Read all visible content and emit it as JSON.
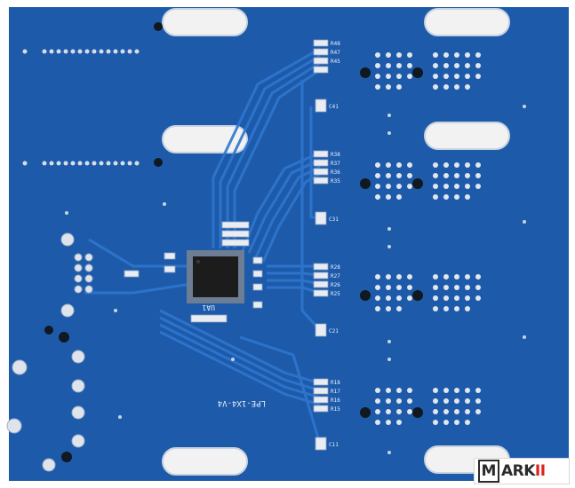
{
  "image": {
    "subject": "blue printed circuit board",
    "colors": {
      "board": "#1f5fb0",
      "board_dark": "#184f96",
      "trace": "#2a6ec6",
      "silkscreen": "#e8eef8",
      "chip": "#1c1c1c",
      "slot": "#f2f2f2",
      "background": "#ffffff"
    }
  },
  "silkscreen": {
    "board_label": "LPE-1X4-V4",
    "chip_label": "UA1",
    "resistor_groups": [
      [
        "R48",
        "R47",
        "R45"
      ],
      [
        "R38",
        "R37",
        "R36",
        "R35"
      ],
      [
        "R28",
        "R27",
        "R26",
        "R25"
      ],
      [
        "R18",
        "R17",
        "R16",
        "R15"
      ]
    ],
    "capacitors": [
      "C41",
      "C31",
      "C21",
      "C11"
    ]
  },
  "watermark": {
    "box_letter": "M",
    "rest": "ARK",
    "accent": "II",
    "accent_color": "#d9241c"
  }
}
